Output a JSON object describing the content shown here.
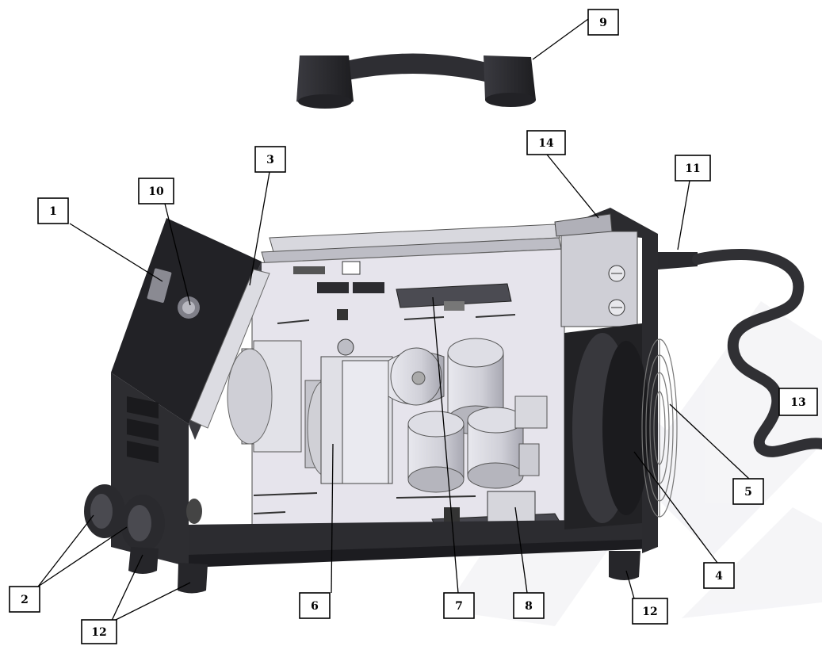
{
  "callouts": [
    {
      "id": "1",
      "label": "1"
    },
    {
      "id": "2",
      "label": "2"
    },
    {
      "id": "3",
      "label": "3"
    },
    {
      "id": "4",
      "label": "4"
    },
    {
      "id": "5",
      "label": "5"
    },
    {
      "id": "6",
      "label": "6"
    },
    {
      "id": "7",
      "label": "7"
    },
    {
      "id": "8",
      "label": "8"
    },
    {
      "id": "9",
      "label": "9"
    },
    {
      "id": "10",
      "label": "10"
    },
    {
      "id": "11",
      "label": "11"
    },
    {
      "id": "12a",
      "label": "12"
    },
    {
      "id": "12b",
      "label": "12"
    },
    {
      "id": "13",
      "label": "13"
    },
    {
      "id": "14",
      "label": "14"
    }
  ],
  "colors": {
    "housing": "#2b2b2e",
    "board": "#e6e4ec",
    "components": "#c9c9cf",
    "watermark": "#e9e9ee"
  }
}
